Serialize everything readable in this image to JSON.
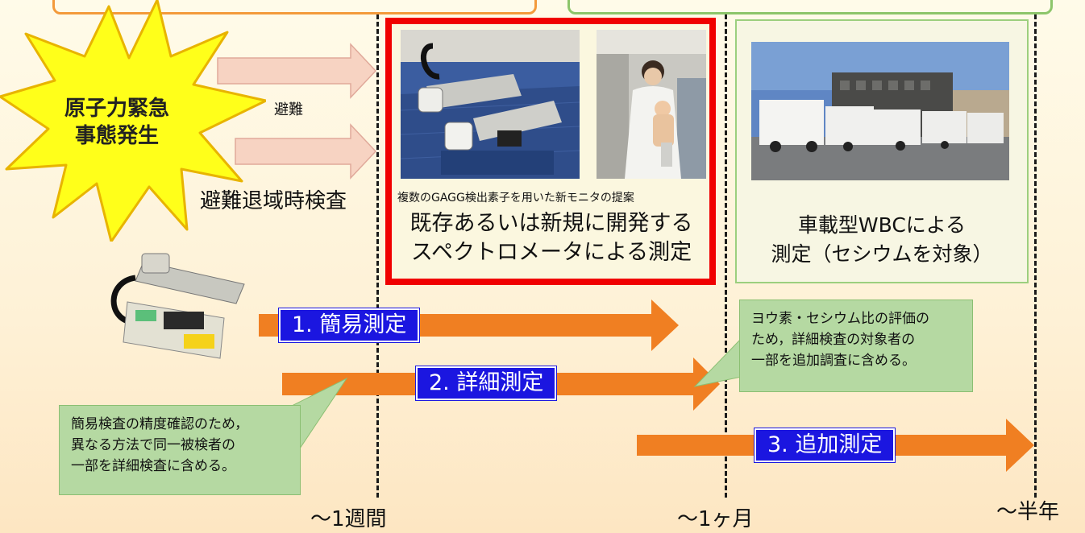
{
  "event": {
    "line1": "原子力緊急",
    "line2": "事態発生"
  },
  "evacuation_label": "避難",
  "evac_exit_check_label": "避難退域時検査",
  "spectrometer_box": {
    "small_caption": "複数のGAGG検出素子を用いた新モニタの提案",
    "line1": "既存あるいは新規に開発する",
    "line2": "スペクトロメータによる測定"
  },
  "wbc_box": {
    "line1": "車載型WBCによる",
    "line2": "測定（セシウムを対象）"
  },
  "measurements": [
    {
      "label": "1. 簡易測定"
    },
    {
      "label": "2. 詳細測定"
    },
    {
      "label": "3. 追加測定"
    }
  ],
  "notes": {
    "left": [
      "簡易検査の精度確認のため，",
      "異なる方法で同一被検者の",
      "一部を詳細検査に含める。"
    ],
    "right": [
      "ヨウ素・セシウム比の評価の",
      "ため，詳細検査の対象者の",
      "一部を追加調査に含める。"
    ]
  },
  "timeline": {
    "week": "～1週間",
    "month": "～1ヶ月",
    "half_year": "～半年"
  },
  "colors": {
    "orange_arrow": "#f07f22",
    "pink_arrow": "#f7d3c2",
    "label_blue": "#1b16e0",
    "note_green": "#b5d9a2",
    "highlight_red": "#f00000",
    "burst_yellow": "#ffff1a"
  }
}
